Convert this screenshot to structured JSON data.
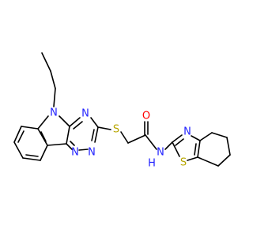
{
  "colors": {
    "bond": "#000000",
    "N": "#2222ff",
    "O": "#ff0000",
    "S": "#b8a600"
  },
  "molecule": {
    "atoms": [
      {
        "id": "N_indole",
        "label": "N",
        "element": "N"
      },
      {
        "id": "N_triazine_top",
        "label": "N",
        "element": "N"
      },
      {
        "id": "N_triazine_bl",
        "label": "N",
        "element": "N"
      },
      {
        "id": "N_triazine_br",
        "label": "N",
        "element": "N"
      },
      {
        "id": "S_thioether",
        "label": "S",
        "element": "S"
      },
      {
        "id": "O_carbonyl",
        "label": "O",
        "element": "O"
      },
      {
        "id": "NH_amide",
        "label": "N",
        "element": "N"
      },
      {
        "id": "H_amide",
        "label": "H",
        "element": "N"
      },
      {
        "id": "N_thiazole",
        "label": "N",
        "element": "N"
      },
      {
        "id": "S_thiazole",
        "label": "S",
        "element": "S"
      }
    ]
  }
}
